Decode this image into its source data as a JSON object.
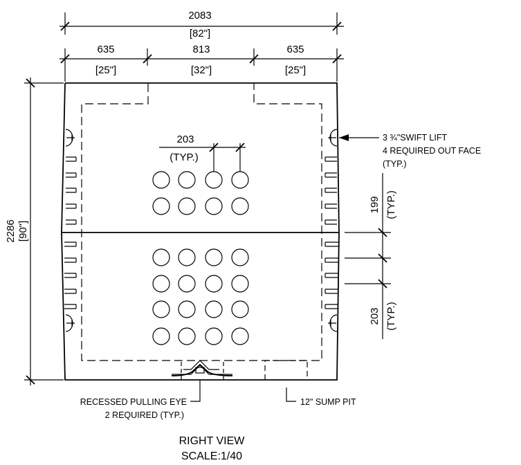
{
  "dimensions": {
    "overall_width_mm": "2083",
    "overall_width_in": "[82\"]",
    "left_segment_mm": "635",
    "left_segment_in": "[25\"]",
    "middle_segment_mm": "813",
    "middle_segment_in": "[32\"]",
    "right_segment_mm": "635",
    "right_segment_in": "[25\"]",
    "height_mm": "2286",
    "height_in": "[90\"]",
    "hole_spacing_mm": "203",
    "hole_spacing_note": "(TYP.)",
    "right_upper_mm": "199",
    "right_upper_note": "(TYP.)",
    "right_lower_mm": "203",
    "right_lower_note": "(TYP.)"
  },
  "callouts": {
    "lift_line1": "3 ¾\"SWIFT LIFT",
    "lift_line2": "4 REQUIRED OUT FACE",
    "lift_line3": "(TYP.)",
    "eye_line1": "RECESSED PULLING EYE",
    "eye_line2": "2 REQUIRED (TYP.)",
    "sump": "12\" SUMP PIT"
  },
  "title": {
    "view": "RIGHT VIEW",
    "scale": "SCALE:1/40"
  }
}
